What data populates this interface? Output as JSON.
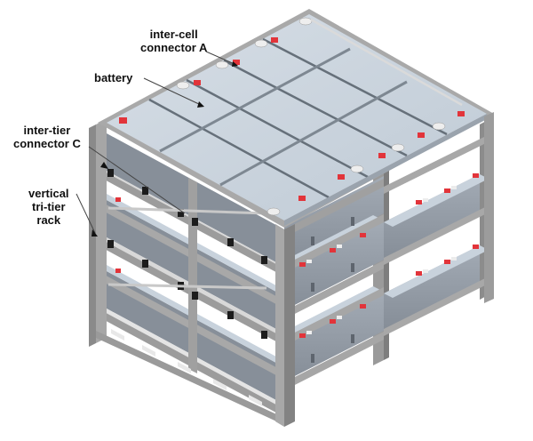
{
  "figure": {
    "subject": "battery rack illustration",
    "colors": {
      "background": "#ffffff",
      "battery_top": "#c5d0db",
      "battery_top_light": "#d3dce5",
      "battery_side": "#9ea6b0",
      "battery_side_dark": "#7f8791",
      "rack_light": "#b4b4b4",
      "rack_mid": "#9a9a9a",
      "rack_dark": "#808080",
      "groove": "#5f6670",
      "terminal_red": "#e2343a",
      "terminal_white": "#eeeeee",
      "terminal_black": "#222222",
      "cable": "#c8c8c8",
      "label_text": "#111111",
      "leader_line": "#444444"
    }
  },
  "labels": [
    {
      "id": "inter-cell-connector-a",
      "lines": [
        "inter-cell",
        "connector A"
      ]
    },
    {
      "id": "battery",
      "lines": [
        "battery"
      ]
    },
    {
      "id": "inter-tier-connector-c",
      "lines": [
        "inter-tier",
        "connector C"
      ]
    },
    {
      "id": "vertical-tri-tier-rack",
      "lines": [
        "vertical",
        "tri-tier",
        "rack"
      ]
    }
  ]
}
